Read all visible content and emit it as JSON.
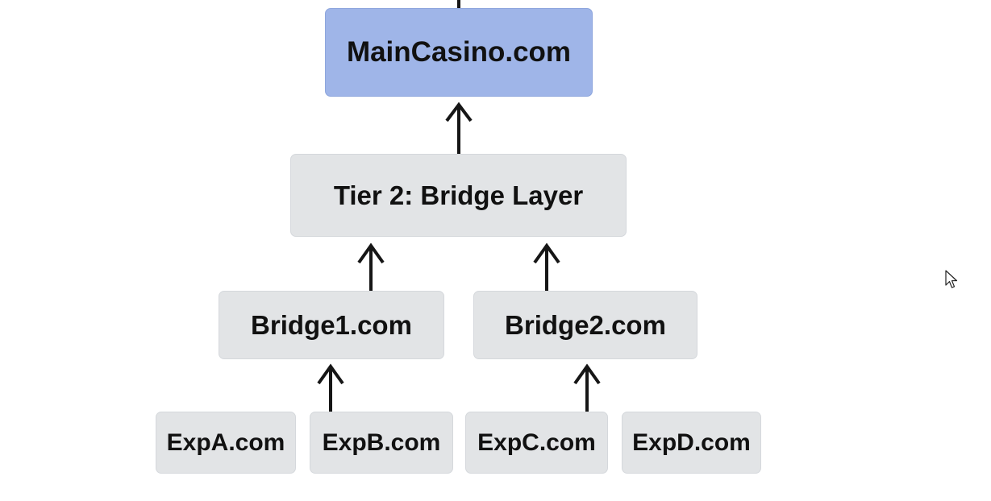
{
  "diagram": {
    "nodes": {
      "main": "MainCasino.com",
      "tier2": "Tier 2: Bridge Layer",
      "bridge1": "Bridge1.com",
      "bridge2": "Bridge2.com",
      "expa": "ExpA.com",
      "expb": "ExpB.com",
      "expc": "ExpC.com",
      "expd": "ExpD.com"
    },
    "edges": [
      {
        "from": "tier2",
        "to": "main"
      },
      {
        "from": "bridge1",
        "to": "tier2"
      },
      {
        "from": "bridge2",
        "to": "tier2"
      },
      {
        "from": "expb",
        "to": "bridge1"
      },
      {
        "from": "expc",
        "to": "bridge2"
      }
    ],
    "colors": {
      "highlight_node": "#9fb5e8",
      "node": "#e2e4e6",
      "arrow": "#161616"
    },
    "icons": {
      "cursor": "mouse-pointer-icon"
    }
  }
}
